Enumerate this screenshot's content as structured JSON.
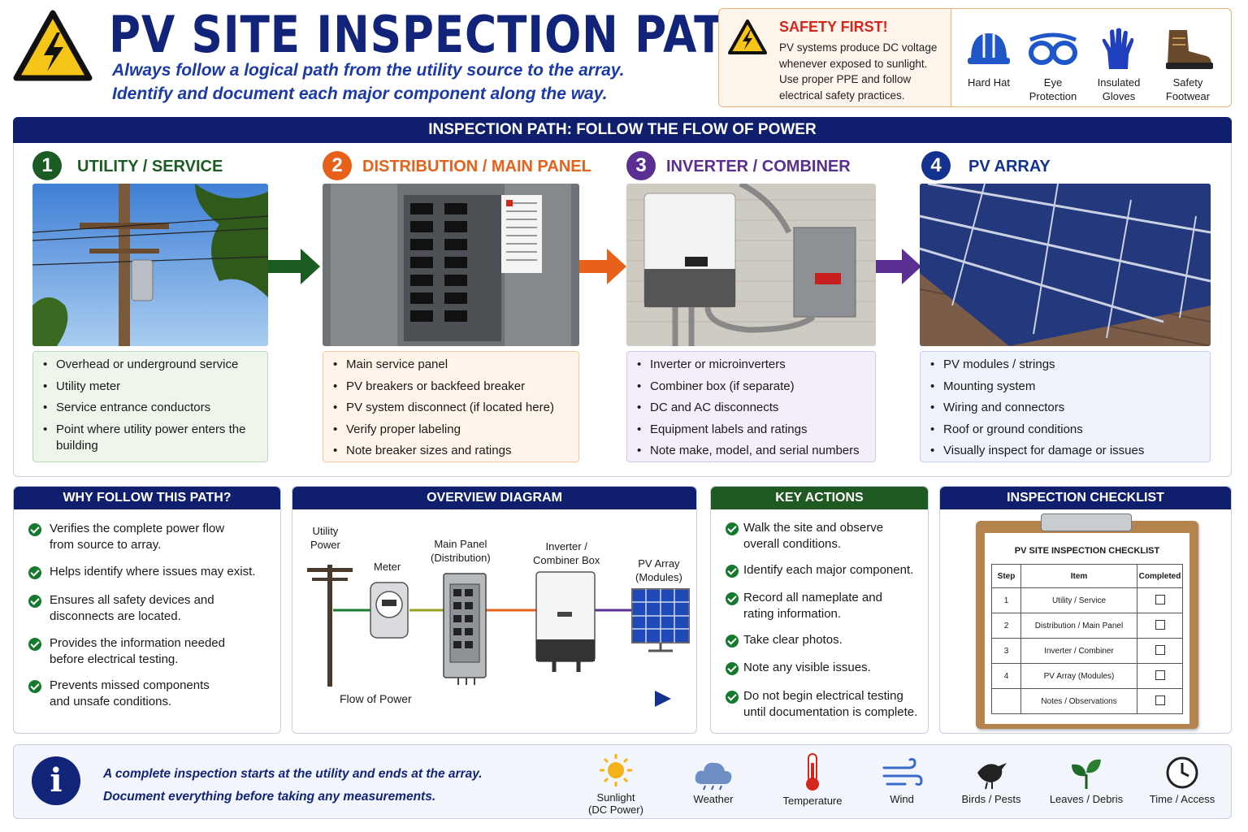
{
  "header": {
    "title": "PV SITE INSPECTION PATH",
    "subtitle_1": "Always follow a logical path from the utility source to the array.",
    "subtitle_2": "Identify and document each major component along the way."
  },
  "safety": {
    "title": "SAFETY FIRST!",
    "text_1": "PV systems produce DC voltage",
    "text_2": "whenever exposed to sunlight.",
    "text_3": "Use proper PPE and follow",
    "text_4": "electrical safety practices.",
    "ppe": [
      {
        "icon": "hard-hat",
        "label_1": "Hard Hat",
        "label_2": ""
      },
      {
        "icon": "safety-glasses",
        "label_1": "Eye",
        "label_2": "Protection"
      },
      {
        "icon": "glove",
        "label_1": "Insulated",
        "label_2": "Gloves"
      },
      {
        "icon": "boot",
        "label_1": "Safety",
        "label_2": "Footwear"
      }
    ]
  },
  "path": {
    "banner": "INSPECTION PATH:  FOLLOW THE FLOW OF POWER",
    "steps": [
      {
        "number": "1",
        "title": "UTILITY / SERVICE",
        "color": "#1a5c23",
        "items": [
          "Overhead or underground service",
          "Utility meter",
          "Service entrance conductors",
          "Point where utility power enters the building"
        ]
      },
      {
        "number": "2",
        "title": "DISTRIBUTION / MAIN PANEL",
        "color": "#e8611a",
        "items": [
          "Main service panel",
          "PV breakers or backfeed breaker",
          "PV system disconnect (if located here)",
          "Verify proper labeling",
          "Note breaker sizes and ratings"
        ]
      },
      {
        "number": "3",
        "title": "INVERTER / COMBINER",
        "color": "#5b2f91",
        "items": [
          "Inverter or microinverters",
          "Combiner box (if separate)",
          "DC and AC disconnects",
          "Equipment labels and ratings",
          "Note make, model, and serial numbers"
        ]
      },
      {
        "number": "4",
        "title": "PV ARRAY",
        "color": "#13318f",
        "items": [
          "PV modules / strings",
          "Mounting system",
          "Wiring and connectors",
          "Roof or ground conditions",
          "Visually inspect for damage or issues"
        ]
      }
    ]
  },
  "why": {
    "title": "WHY FOLLOW THIS PATH?",
    "items": [
      [
        "Verifies the complete power flow",
        "from source to array."
      ],
      [
        "Helps identify where issues may exist.",
        ""
      ],
      [
        "Ensures all safety devices and",
        "disconnects are located."
      ],
      [
        "Provides the information needed",
        "before electrical testing."
      ],
      [
        "Prevents missed components",
        "and unsafe conditions."
      ]
    ]
  },
  "overview": {
    "title": "OVERVIEW DIAGRAM",
    "utility_1": "Utility",
    "utility_2": "Power",
    "meter": "Meter",
    "panel_1": "Main Panel",
    "panel_2": "(Distribution)",
    "inverter_1": "Inverter /",
    "inverter_2": "Combiner Box",
    "array_1": "PV Array",
    "array_2": "(Modules)",
    "flow": "Flow of Power"
  },
  "key": {
    "title": "KEY ACTIONS",
    "items": [
      [
        "Walk the site and observe",
        "overall conditions."
      ],
      [
        "Identify each major component.",
        ""
      ],
      [
        "Record all nameplate and",
        "rating information."
      ],
      [
        "Take clear photos.",
        ""
      ],
      [
        "Note any visible issues.",
        ""
      ],
      [
        "Do not begin electrical testing",
        "until documentation is complete."
      ]
    ]
  },
  "checklist": {
    "title": "INSPECTION CHECKLIST",
    "sheet_title": "PV SITE INSPECTION CHECKLIST",
    "headers": [
      "Step",
      "Item",
      "Completed"
    ],
    "rows": [
      [
        "1",
        "Utility / Service"
      ],
      [
        "2",
        "Distribution / Main Panel"
      ],
      [
        "3",
        "Inverter / Combiner"
      ],
      [
        "4",
        "PV Array (Modules)"
      ],
      [
        "",
        "Notes / Observations"
      ]
    ]
  },
  "footer": {
    "line_1": "A complete inspection starts at the utility and ends at the array.",
    "line_2": "Document everything before taking any measurements.",
    "icons": [
      {
        "icon": "sun",
        "label_1": "Sunlight",
        "label_2": "(DC Power)"
      },
      {
        "icon": "cloud",
        "label_1": "Weather",
        "label_2": ""
      },
      {
        "icon": "thermometer",
        "label_1": "Temperature",
        "label_2": ""
      },
      {
        "icon": "wind",
        "label_1": "Wind",
        "label_2": ""
      },
      {
        "icon": "bird",
        "label_1": "Birds / Pests",
        "label_2": ""
      },
      {
        "icon": "leaves",
        "label_1": "Leaves / Debris",
        "label_2": ""
      },
      {
        "icon": "clock",
        "label_1": "Time / Access",
        "label_2": ""
      }
    ]
  }
}
